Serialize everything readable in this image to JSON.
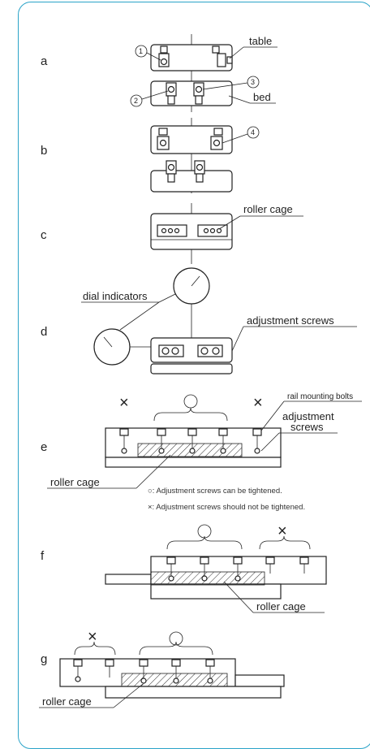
{
  "steps": {
    "a": "a",
    "b": "b",
    "c": "c",
    "d": "d",
    "e": "e",
    "f": "f",
    "g": "g"
  },
  "labels": {
    "table": "table",
    "bed": "bed",
    "roller_cage": "roller cage",
    "dial_indicators": "dial indicators",
    "adjustment_screws": "adjustment screws",
    "rail_mounting_bolts": "rail mounting bolts",
    "adjustment_line1": "adjustment",
    "adjustment_line2": "screws"
  },
  "numbers": {
    "n1": "1",
    "n2": "2",
    "n3": "3",
    "n4": "4"
  },
  "symbols": {
    "ok": "○",
    "ng": "×"
  },
  "notes": {
    "ok": "○: Adjustment screws can be tightened.",
    "ng": "×: Adjustment screws should not be tightened."
  }
}
